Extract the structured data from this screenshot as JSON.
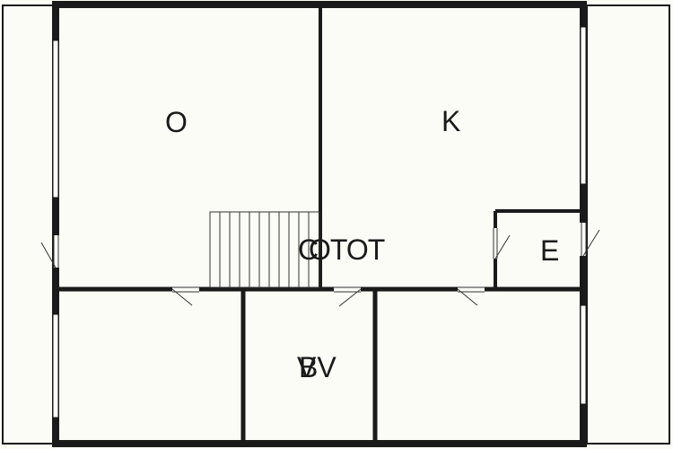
{
  "plan": {
    "colors": {
      "wall": "#1a1a1a",
      "background": "#fbfcf6",
      "line": "#333333"
    },
    "rooms": [
      {
        "id": "room-o",
        "label": "O"
      },
      {
        "id": "room-k",
        "label": "K"
      },
      {
        "id": "room-hall",
        "label": "OTOT",
        "overlap": "C"
      },
      {
        "id": "room-e",
        "label": "E"
      },
      {
        "id": "room-bv",
        "label": "BV",
        "overlap": "V"
      }
    ]
  }
}
